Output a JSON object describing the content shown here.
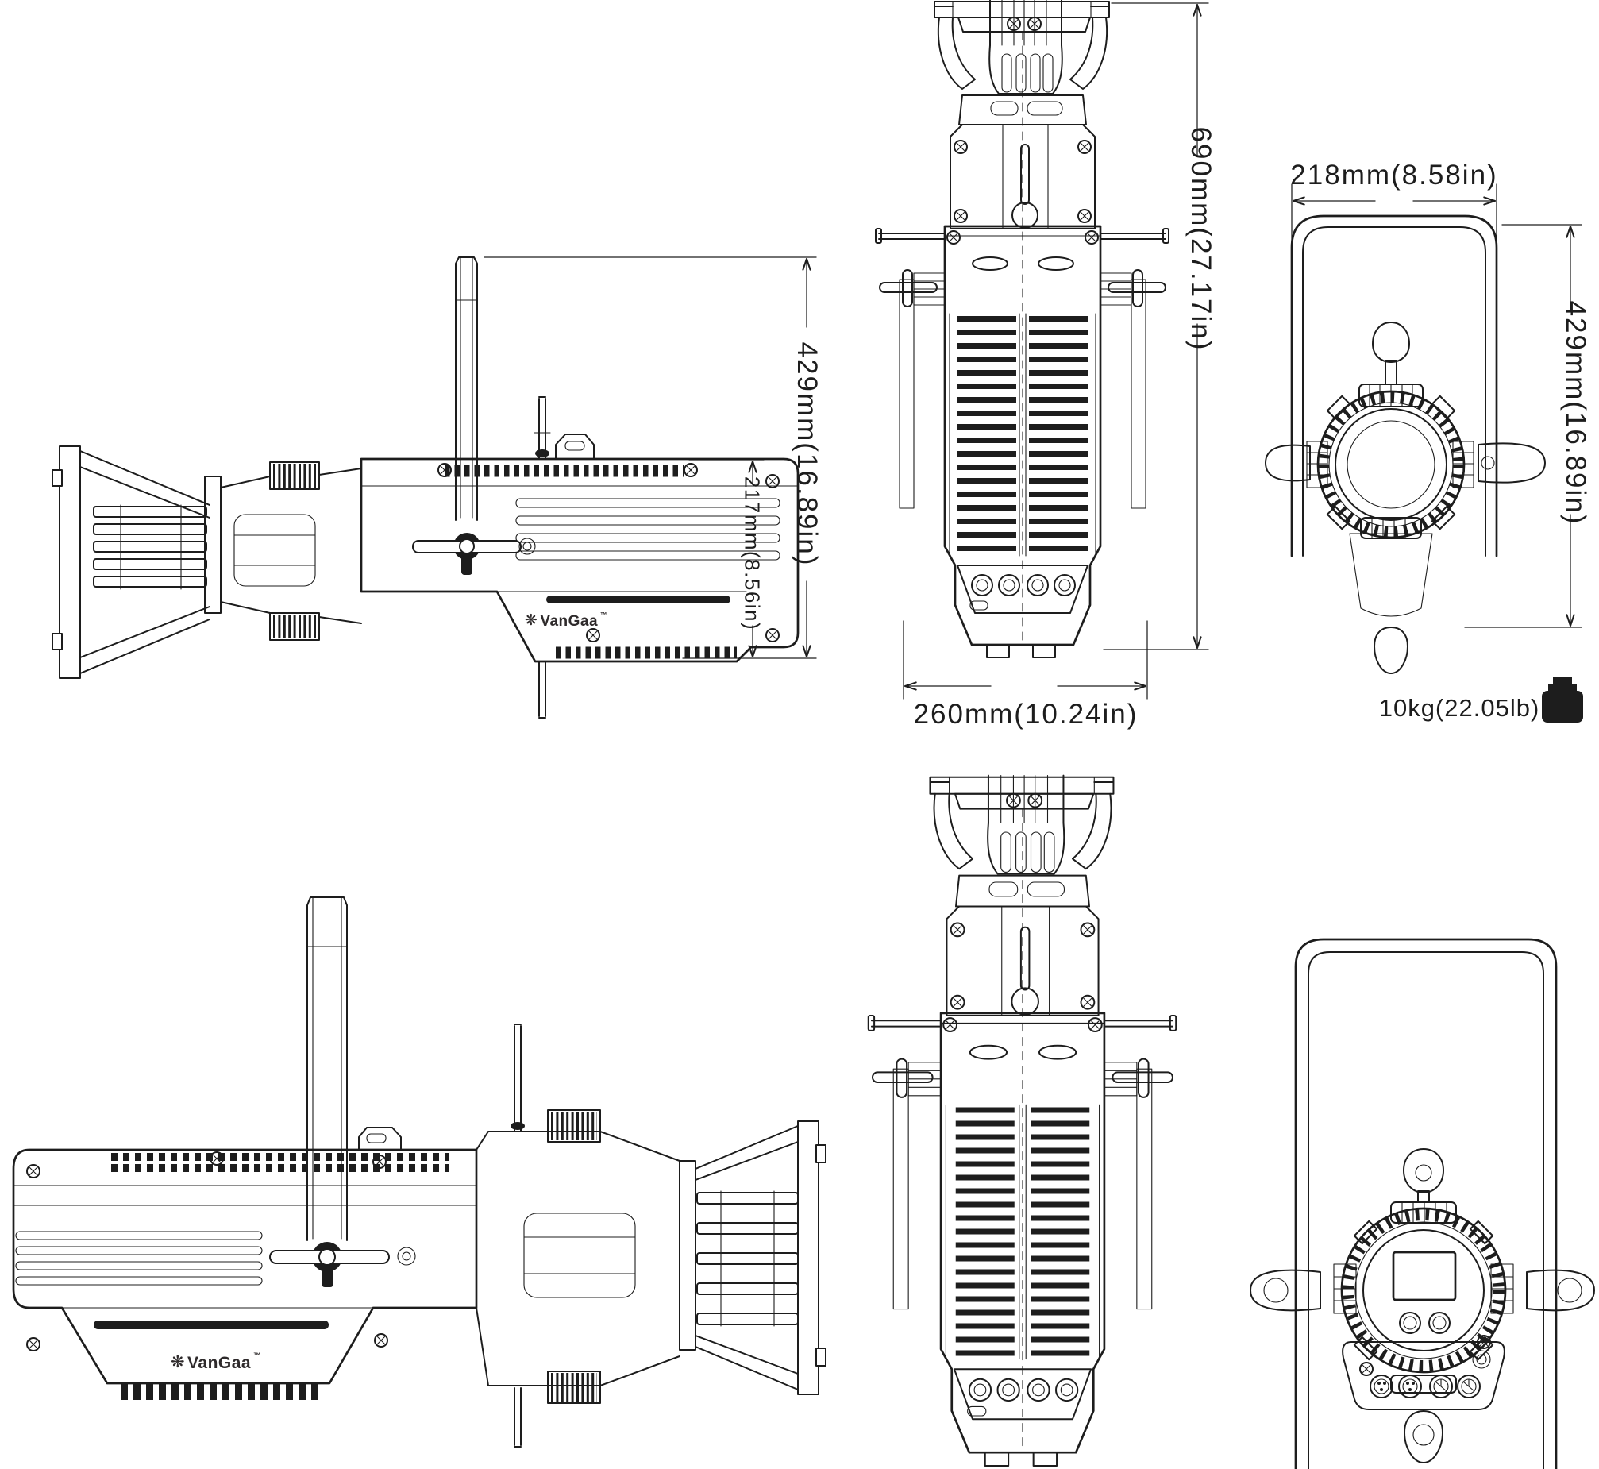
{
  "drawing": {
    "dimensions": {
      "side_height": "429mm(16.89in)",
      "side_body_height": "217mm(8.56in)",
      "top_length": "690mm(27.17in)",
      "top_width": "260mm(10.24in)",
      "front_width": "218mm(8.58in)",
      "front_height": "429mm(16.89in)"
    },
    "weight": {
      "label": "10kg(22.05lb)",
      "icon": "weight-icon"
    },
    "brand": {
      "name": "VanGaa",
      "trademark": "™",
      "icon": "flower-icon",
      "icon_glyph": "❋"
    },
    "colors": {
      "line": "#1d1d1d",
      "background": "#ffffff"
    }
  }
}
